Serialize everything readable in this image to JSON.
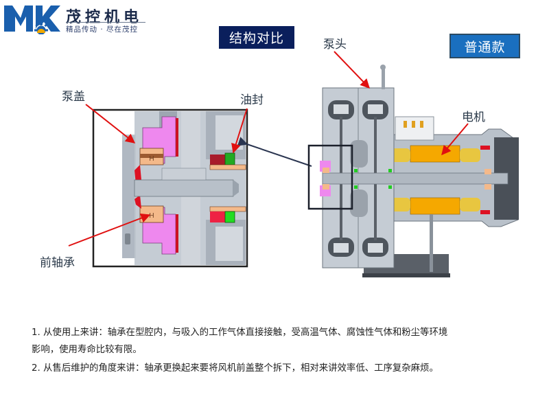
{
  "logo": {
    "mark_letters": "MK",
    "brand_name": "茂控机电",
    "slogan": "精品传动 · 尽在茂控",
    "colors": {
      "blue": "#1a5fad",
      "gear_orange": "#f0a800"
    }
  },
  "header": {
    "title": "结构对比",
    "variant_label": "普通款",
    "title_bg": "#0a1f5c",
    "variant_bg": "#1a6fbf"
  },
  "diagram": {
    "labels": {
      "pump_head": "泵头",
      "motor": "电机",
      "pump_cover": "泵盖",
      "oil_seal": "油封",
      "front_bearing": "前轴承"
    },
    "arrow_color": "#e01010",
    "part_colors": {
      "housing": "#c5ccd4",
      "bearing": "#f4b98a",
      "bearing_holder": "#ee88ee",
      "seal": "#22cc22",
      "gasket": "#dd1122",
      "motor_winding": "#f5a800",
      "coil_end": "#e8c640"
    }
  },
  "notes": [
    {
      "number": "1.",
      "text": "从使用上来讲：轴承在型腔内，与吸入的工作气体直接接触，受高温气体、腐蚀性气体和粉尘等环境",
      "continuation": "影响，使用寿命比较有限。"
    },
    {
      "number": "2.",
      "text": "从售后维护的角度来讲：轴承更换起来要将风机前盖整个拆下，相对来讲效率低、工序复杂麻烦。"
    }
  ]
}
